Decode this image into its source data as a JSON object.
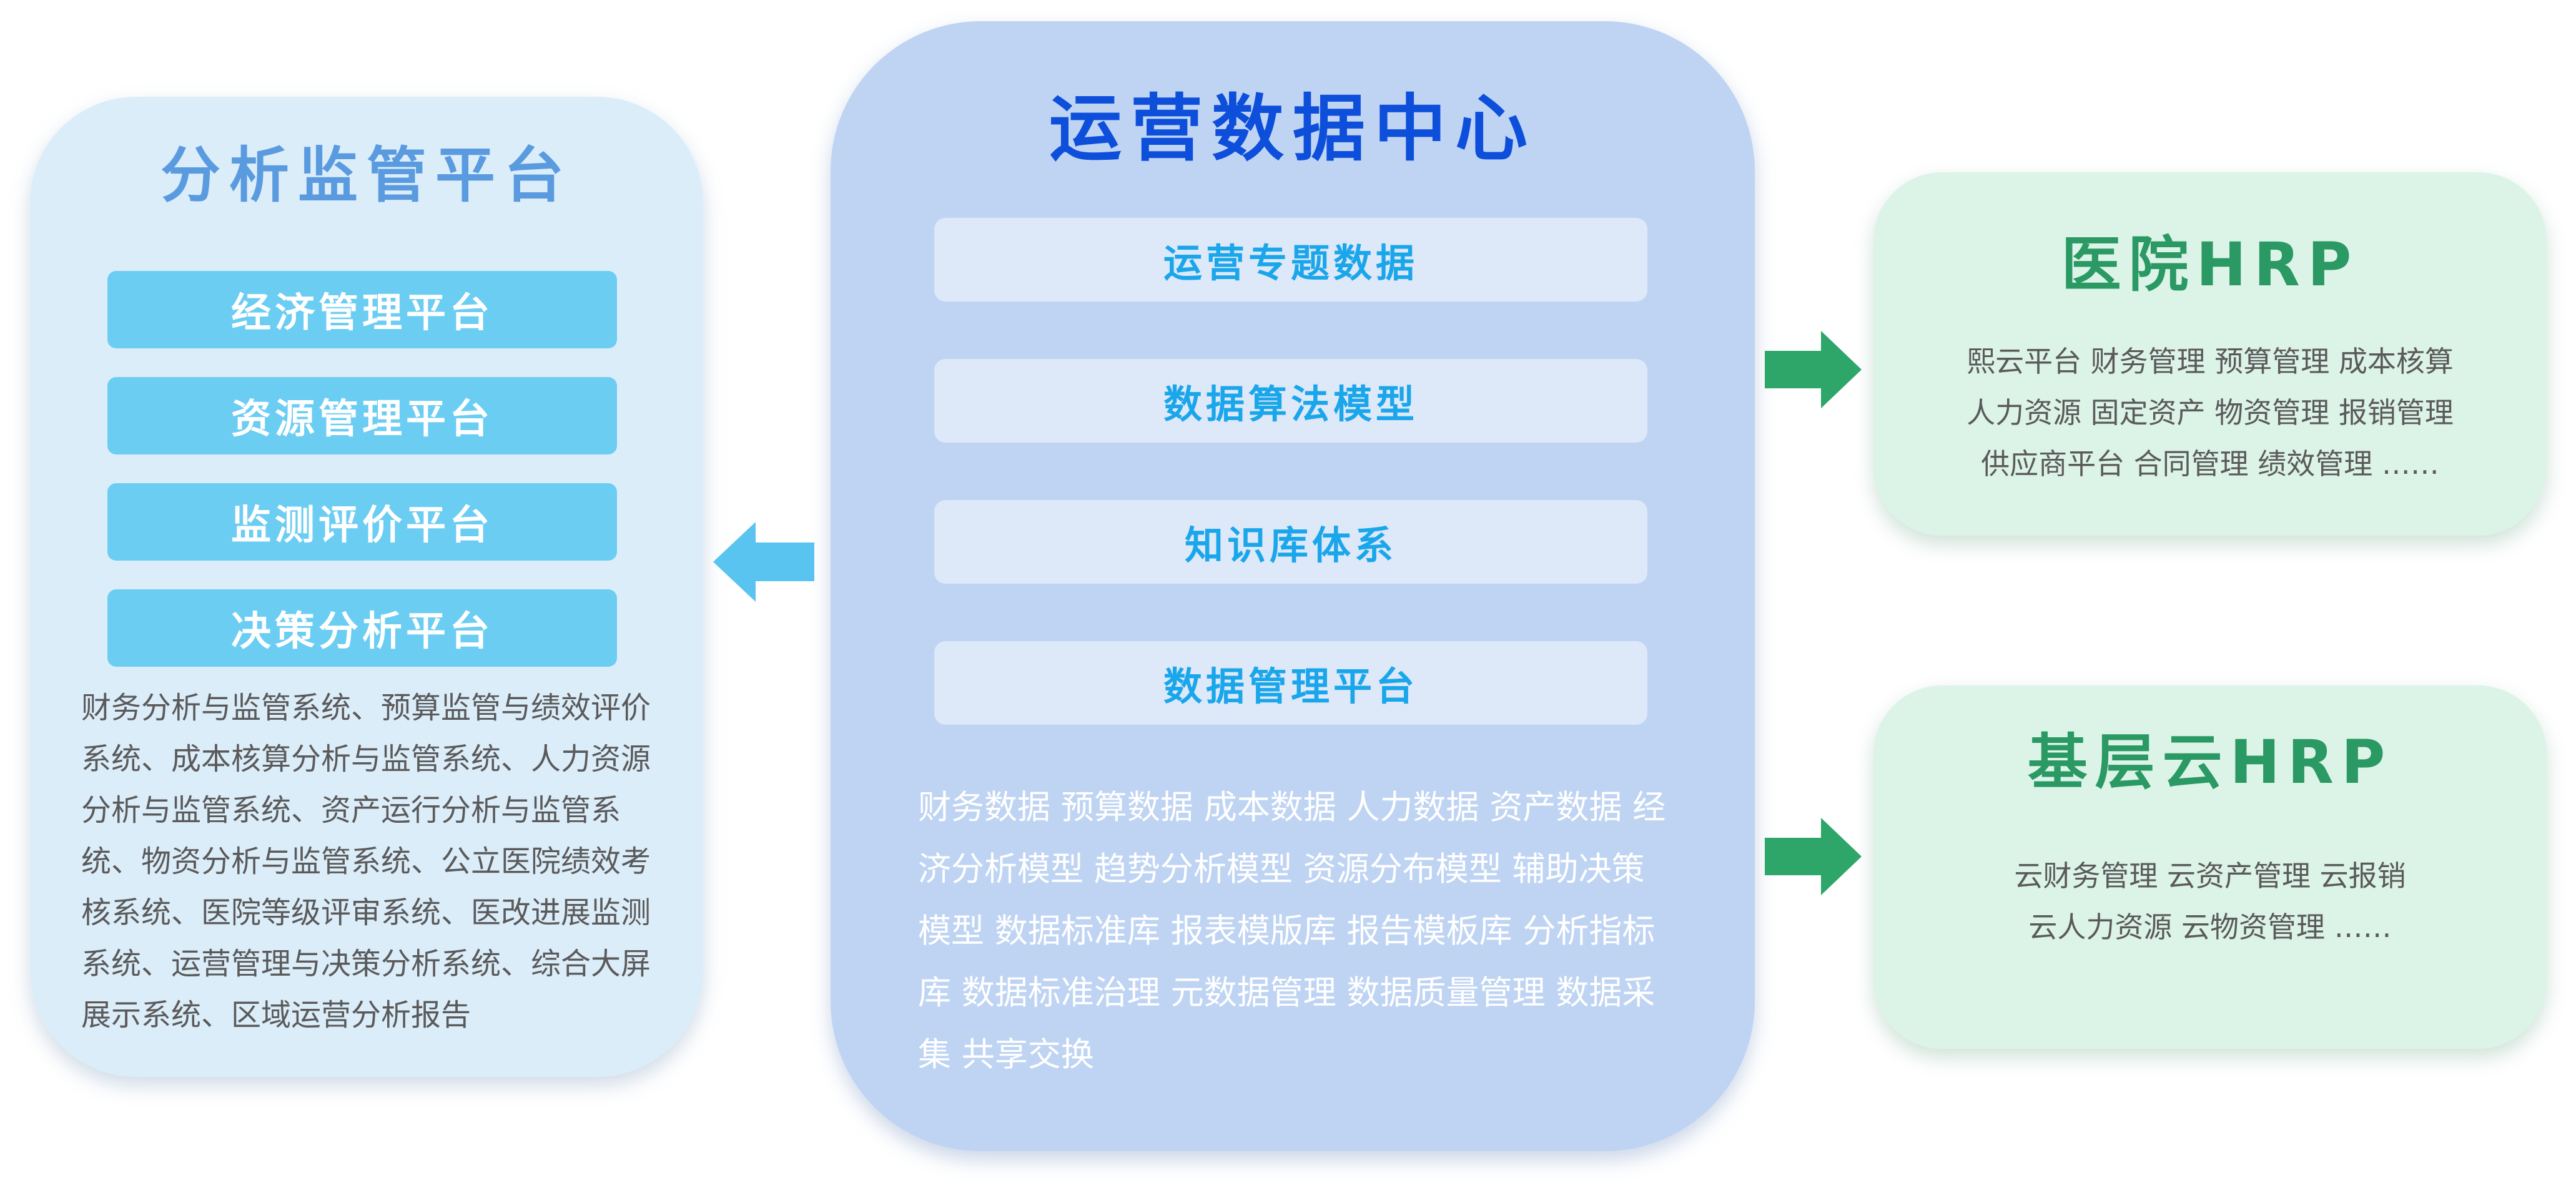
{
  "left": {
    "title": "分析监管平台",
    "buttons": [
      "经济管理平台",
      "资源管理平台",
      "监测评价平台",
      "决策分析平台"
    ],
    "description": "财务分析与监管系统、预算监管与绩效评价系统、成本核算分析与监管系统、人力资源分析与监管系统、资产运行分析与监管系统、物资分析与监管系统、公立医院绩效考核系统、医院等级评审系统、医改进展监测系统、运营管理与决策分析系统、综合大屏展示系统、区域运营分析报告"
  },
  "center": {
    "title": "运营数据中心",
    "buttons": [
      "运营专题数据",
      "数据算法模型",
      "知识库体系",
      "数据管理平台"
    ],
    "description": "财务数据  预算数据  成本数据  人力数据  资产数据  经济分析模型  趋势分析模型  资源分布模型  辅助决策模型  数据标准库  报表模版库  报告模板库  分析指标库  数据标准治理  元数据管理  数据质量管理  数据采集  共享交换"
  },
  "right_top": {
    "title": "医院HRP",
    "lines": [
      "熙云平台 财务管理 预算管理 成本核算",
      "人力资源 固定资产 物资管理 报销管理",
      "供应商平台 合同管理 绩效管理 ……"
    ]
  },
  "right_bottom": {
    "title": "基层云HRP",
    "lines": [
      "云财务管理 云资产管理 云报销",
      "云人力资源 云物资管理 ……"
    ]
  },
  "colors": {
    "left_arrow": "#5ac4f1",
    "right_arrow": "#2ea66a",
    "center_title": "#0d4fdb",
    "left_title": "#5a9be0",
    "card_title": "#2a9963"
  }
}
